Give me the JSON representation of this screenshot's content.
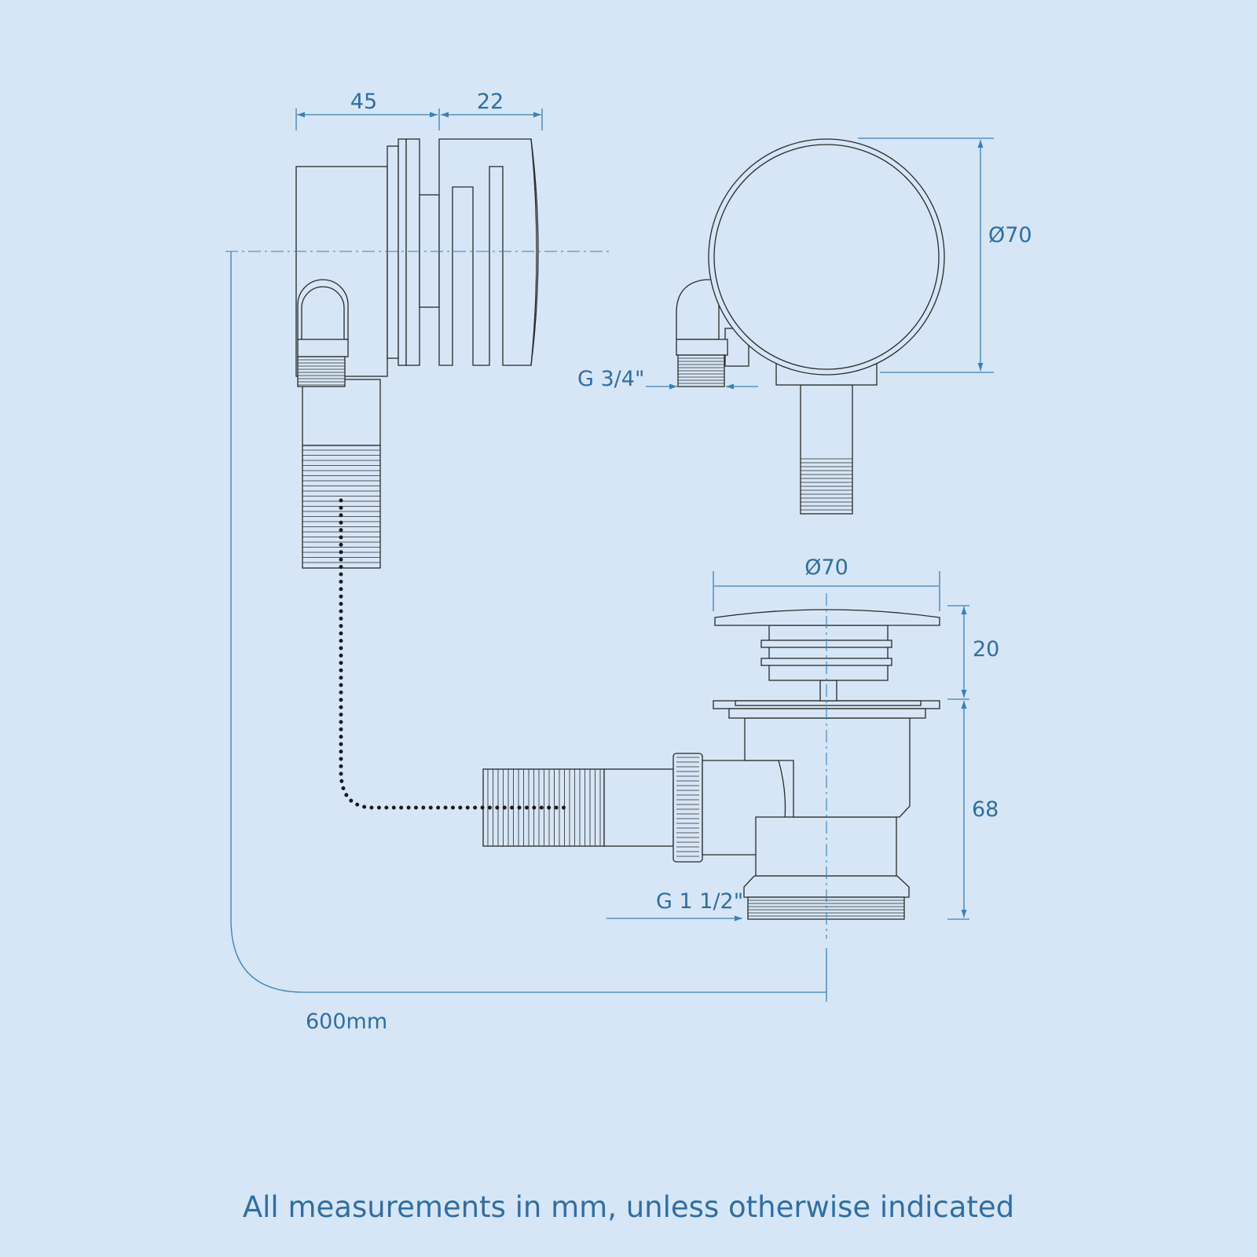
{
  "dimensions": {
    "overflow_depth": "45",
    "overflow_cap_depth": "22",
    "overflow_diameter": "Ø70",
    "overflow_thread": "G 3/4\"",
    "waste_diameter": "Ø70",
    "waste_cap_height": "20",
    "waste_body_height": "68",
    "waste_thread": "G 1 1/2\"",
    "cable_length": "600mm"
  },
  "footnote": "All measurements in mm, unless otherwise indicated",
  "colors": {
    "background": "#d6e6f6",
    "dimension_lines": "#3a7fb8",
    "text": "#2f6ea5",
    "outline": "#2a2a2a"
  }
}
